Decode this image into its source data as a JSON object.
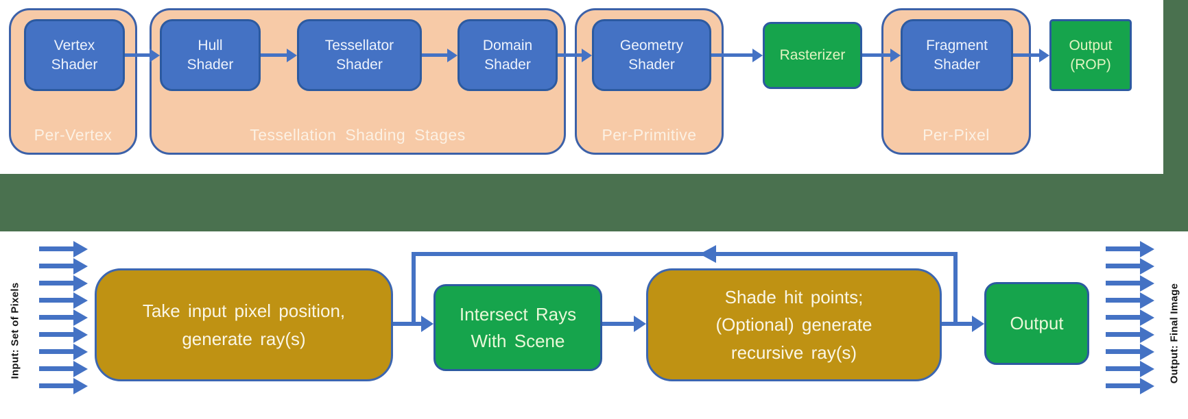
{
  "colors": {
    "peach": "#f7caa7",
    "blue_box": "#4472c4",
    "green_box": "#16a44c",
    "gold_box": "#bf9213",
    "arrow_blue": "#4472c4",
    "separator_band": "#4a714f",
    "container_border": "#3c61a8"
  },
  "top_pipeline": {
    "groups": [
      {
        "label": "Per-Vertex"
      },
      {
        "label": "Tessellation Shading Stages"
      },
      {
        "label": "Per-Primitive"
      },
      {
        "label": "Per-Pixel"
      }
    ],
    "nodes": [
      {
        "label": "Vertex Shader",
        "lines": [
          "Vertex",
          "Shader"
        ]
      },
      {
        "label": "Hull Shader",
        "lines": [
          "Hull",
          "Shader"
        ]
      },
      {
        "label": "Tessellator Shader",
        "lines": [
          "Tessellator",
          "Shader"
        ]
      },
      {
        "label": "Domain Shader",
        "lines": [
          "Domain",
          "Shader"
        ]
      },
      {
        "label": "Geometry Shader",
        "lines": [
          "Geometry",
          "Shader"
        ]
      },
      {
        "label": "Rasterizer",
        "lines": [
          "Rasterizer"
        ]
      },
      {
        "label": "Fragment Shader",
        "lines": [
          "Fragment",
          "Shader"
        ]
      },
      {
        "label": "Output (ROP)",
        "lines": [
          "Output",
          "(ROP)"
        ]
      }
    ]
  },
  "bottom_pipeline": {
    "input_label": "Input:  Set of Pixels",
    "output_label": "Output:  Final Image",
    "input_arrow_count": 9,
    "output_arrow_count": 9,
    "nodes": [
      {
        "label": "Take input pixel position, generate ray(s)",
        "lines": [
          "Take input pixel position,",
          "generate ray(s)"
        ]
      },
      {
        "label": "Intersect Rays With Scene",
        "lines": [
          "Intersect Rays",
          "With Scene"
        ]
      },
      {
        "label": "Shade hit points; (Optional) generate recursive ray(s)",
        "lines": [
          "Shade hit points;",
          "(Optional) generate",
          "recursive ray(s)"
        ]
      },
      {
        "label": "Output",
        "lines": [
          "Output"
        ]
      }
    ]
  }
}
